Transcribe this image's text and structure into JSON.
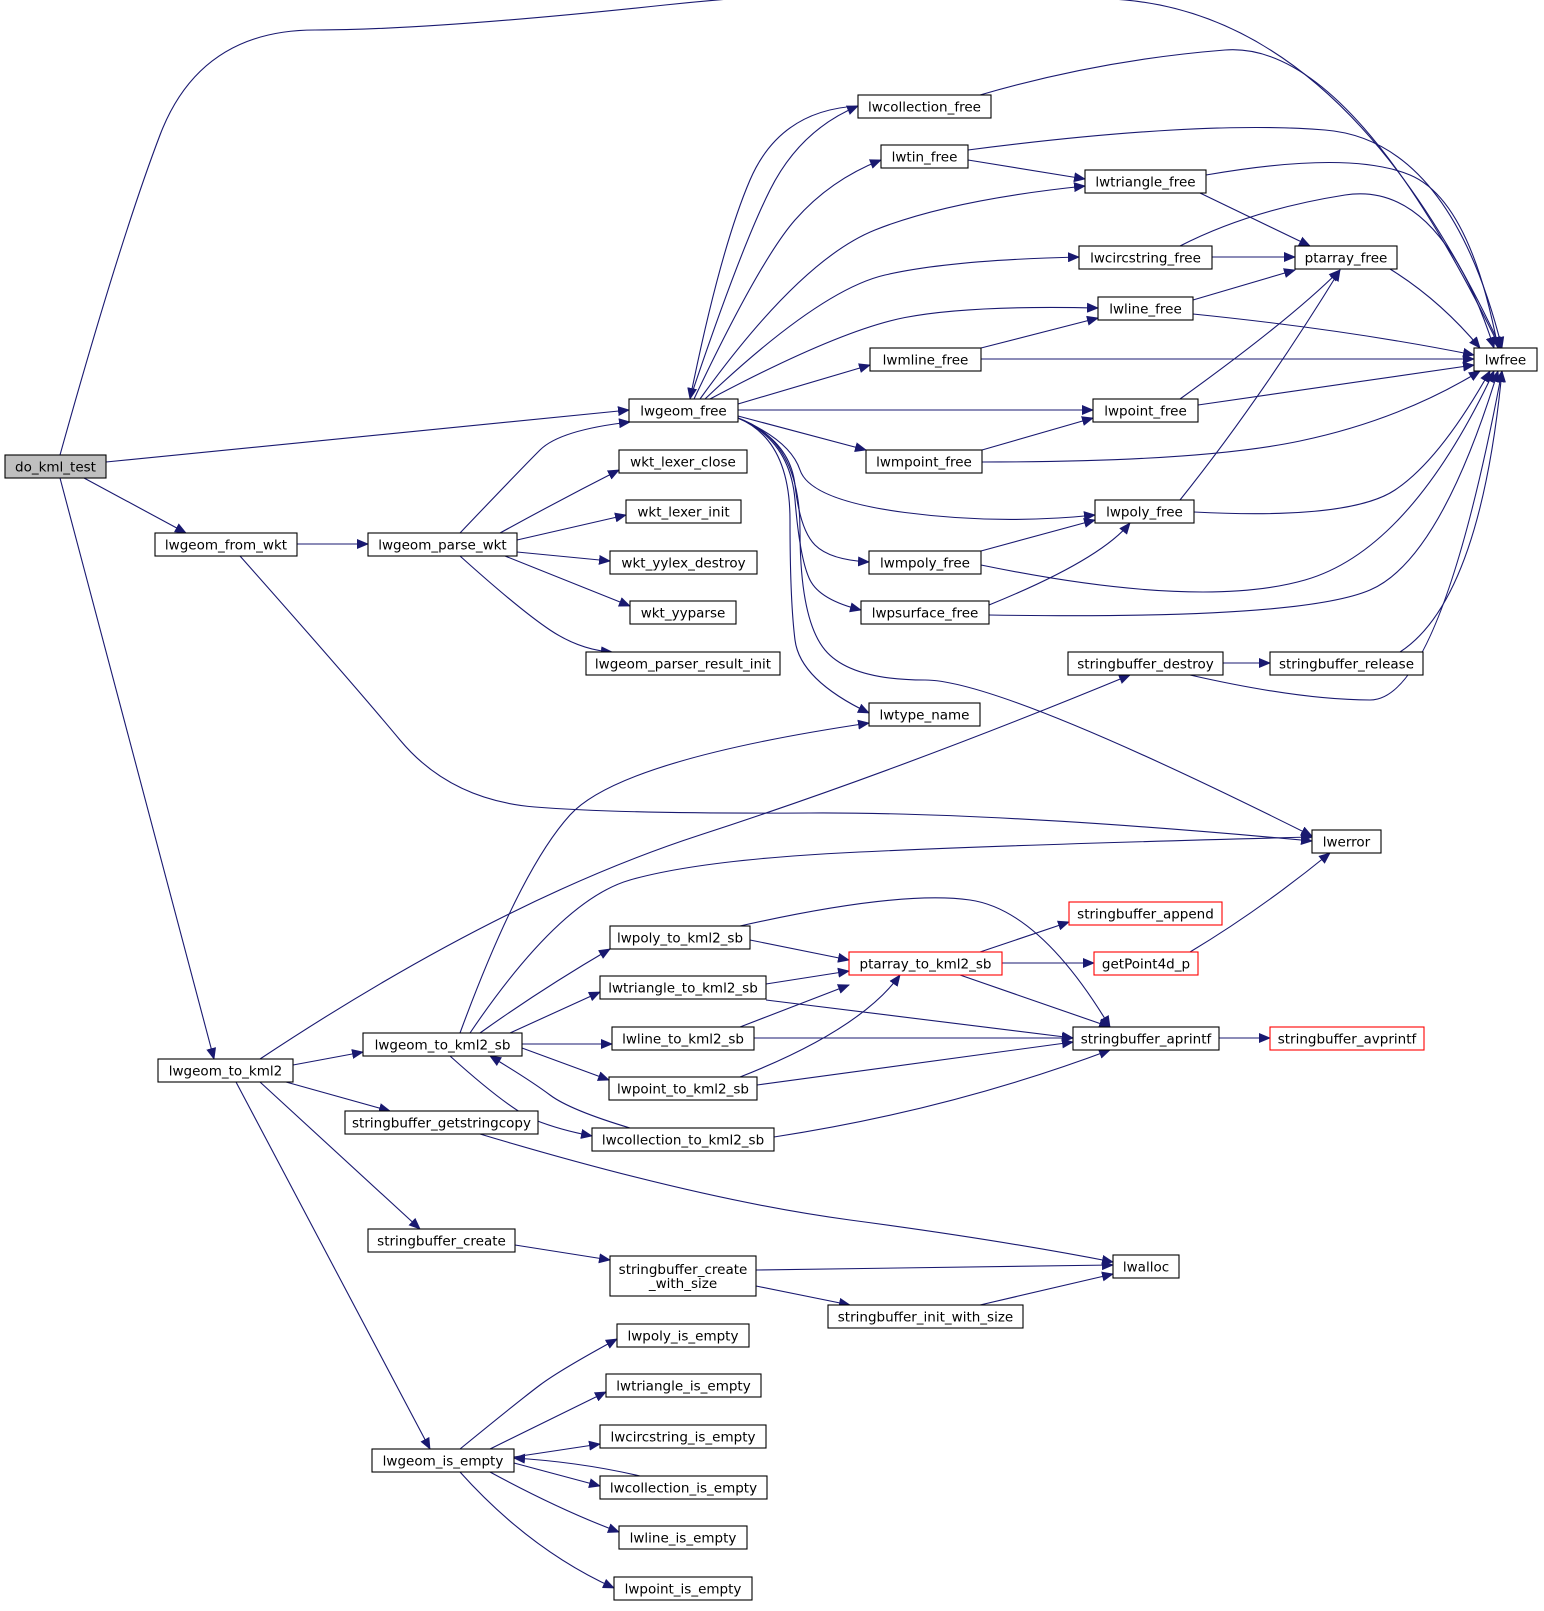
{
  "colors": {
    "edge": "#191970",
    "node_border": "#000000",
    "node_border_truncated": "#ff0000",
    "root_fill": "#bfbfbf",
    "node_fill": "#ffffff",
    "text": "#000000"
  },
  "graph": {
    "root": "do_kml_test",
    "nodes": [
      {
        "id": "do_kml_test",
        "label": "do_kml_test",
        "style": "root"
      },
      {
        "id": "lwgeom_from_wkt",
        "label": "lwgeom_from_wkt",
        "style": "normal"
      },
      {
        "id": "lwgeom_to_kml2",
        "label": "lwgeom_to_kml2",
        "style": "normal"
      },
      {
        "id": "lwgeom_parse_wkt",
        "label": "lwgeom_parse_wkt",
        "style": "normal"
      },
      {
        "id": "lwgeom_free",
        "label": "lwgeom_free",
        "style": "normal"
      },
      {
        "id": "wkt_lexer_close",
        "label": "wkt_lexer_close",
        "style": "normal"
      },
      {
        "id": "wkt_lexer_init",
        "label": "wkt_lexer_init",
        "style": "normal"
      },
      {
        "id": "wkt_yylex_destroy",
        "label": "wkt_yylex_destroy",
        "style": "normal"
      },
      {
        "id": "wkt_yyparse",
        "label": "wkt_yyparse",
        "style": "normal"
      },
      {
        "id": "lwgeom_parser_result_init",
        "label": "lwgeom_parser_result_init",
        "style": "normal"
      },
      {
        "id": "lwcollection_free",
        "label": "lwcollection_free",
        "style": "normal"
      },
      {
        "id": "lwtin_free",
        "label": "lwtin_free",
        "style": "normal"
      },
      {
        "id": "lwtriangle_free",
        "label": "lwtriangle_free",
        "style": "normal"
      },
      {
        "id": "lwcircstring_free",
        "label": "lwcircstring_free",
        "style": "normal"
      },
      {
        "id": "lwline_free",
        "label": "lwline_free",
        "style": "normal"
      },
      {
        "id": "lwmline_free",
        "label": "lwmline_free",
        "style": "normal"
      },
      {
        "id": "lwpoint_free",
        "label": "lwpoint_free",
        "style": "normal"
      },
      {
        "id": "lwmpoint_free",
        "label": "lwmpoint_free",
        "style": "normal"
      },
      {
        "id": "lwpoly_free",
        "label": "lwpoly_free",
        "style": "normal"
      },
      {
        "id": "lwmpoly_free",
        "label": "lwmpoly_free",
        "style": "normal"
      },
      {
        "id": "lwpsurface_free",
        "label": "lwpsurface_free",
        "style": "normal"
      },
      {
        "id": "lwtype_name",
        "label": "lwtype_name",
        "style": "normal"
      },
      {
        "id": "ptarray_free",
        "label": "ptarray_free",
        "style": "normal"
      },
      {
        "id": "lwfree",
        "label": "lwfree",
        "style": "normal"
      },
      {
        "id": "stringbuffer_destroy",
        "label": "stringbuffer_destroy",
        "style": "normal"
      },
      {
        "id": "stringbuffer_release",
        "label": "stringbuffer_release",
        "style": "normal"
      },
      {
        "id": "lwerror",
        "label": "lwerror",
        "style": "normal"
      },
      {
        "id": "lwgeom_to_kml2_sb",
        "label": "lwgeom_to_kml2_sb",
        "style": "normal"
      },
      {
        "id": "lwpoly_to_kml2_sb",
        "label": "lwpoly_to_kml2_sb",
        "style": "normal"
      },
      {
        "id": "lwtriangle_to_kml2_sb",
        "label": "lwtriangle_to_kml2_sb",
        "style": "normal"
      },
      {
        "id": "lwline_to_kml2_sb",
        "label": "lwline_to_kml2_sb",
        "style": "normal"
      },
      {
        "id": "lwpoint_to_kml2_sb",
        "label": "lwpoint_to_kml2_sb",
        "style": "normal"
      },
      {
        "id": "lwcollection_to_kml2_sb",
        "label": "lwcollection_to_kml2_sb",
        "style": "normal"
      },
      {
        "id": "ptarray_to_kml2_sb",
        "label": "ptarray_to_kml2_sb",
        "style": "truncated"
      },
      {
        "id": "stringbuffer_append",
        "label": "stringbuffer_append",
        "style": "truncated"
      },
      {
        "id": "getPoint4d_p",
        "label": "getPoint4d_p",
        "style": "truncated"
      },
      {
        "id": "stringbuffer_aprintf",
        "label": "stringbuffer_aprintf",
        "style": "normal"
      },
      {
        "id": "stringbuffer_avprintf",
        "label": "stringbuffer_avprintf",
        "style": "truncated"
      },
      {
        "id": "stringbuffer_getstringcopy",
        "label": "stringbuffer_getstringcopy",
        "style": "normal"
      },
      {
        "id": "stringbuffer_create",
        "label": "stringbuffer_create",
        "style": "normal"
      },
      {
        "id": "stringbuffer_create_with_size",
        "label": "stringbuffer_create\n_with_size",
        "style": "normal"
      },
      {
        "id": "stringbuffer_init_with_size",
        "label": "stringbuffer_init_with_size",
        "style": "normal"
      },
      {
        "id": "lwalloc",
        "label": "lwalloc",
        "style": "normal"
      },
      {
        "id": "lwgeom_is_empty",
        "label": "lwgeom_is_empty",
        "style": "normal"
      },
      {
        "id": "lwpoly_is_empty",
        "label": "lwpoly_is_empty",
        "style": "normal"
      },
      {
        "id": "lwtriangle_is_empty",
        "label": "lwtriangle_is_empty",
        "style": "normal"
      },
      {
        "id": "lwcircstring_is_empty",
        "label": "lwcircstring_is_empty",
        "style": "normal"
      },
      {
        "id": "lwcollection_is_empty",
        "label": "lwcollection_is_empty",
        "style": "normal"
      },
      {
        "id": "lwline_is_empty",
        "label": "lwline_is_empty",
        "style": "normal"
      },
      {
        "id": "lwpoint_is_empty",
        "label": "lwpoint_is_empty",
        "style": "normal"
      }
    ],
    "edges": [
      [
        "do_kml_test",
        "lwfree"
      ],
      [
        "do_kml_test",
        "lwgeom_free"
      ],
      [
        "do_kml_test",
        "lwgeom_from_wkt"
      ],
      [
        "do_kml_test",
        "lwgeom_to_kml2"
      ],
      [
        "lwgeom_from_wkt",
        "lwgeom_parse_wkt"
      ],
      [
        "lwgeom_from_wkt",
        "lwerror"
      ],
      [
        "lwgeom_parse_wkt",
        "lwgeom_free"
      ],
      [
        "lwgeom_parse_wkt",
        "wkt_lexer_close"
      ],
      [
        "lwgeom_parse_wkt",
        "wkt_lexer_init"
      ],
      [
        "lwgeom_parse_wkt",
        "wkt_yylex_destroy"
      ],
      [
        "lwgeom_parse_wkt",
        "wkt_yyparse"
      ],
      [
        "lwgeom_parse_wkt",
        "lwgeom_parser_result_init"
      ],
      [
        "lwgeom_free",
        "lwcollection_free"
      ],
      [
        "lwgeom_free",
        "lwtin_free"
      ],
      [
        "lwgeom_free",
        "lwtriangle_free"
      ],
      [
        "lwgeom_free",
        "lwcircstring_free"
      ],
      [
        "lwgeom_free",
        "lwline_free"
      ],
      [
        "lwgeom_free",
        "lwmline_free"
      ],
      [
        "lwgeom_free",
        "lwpoint_free"
      ],
      [
        "lwgeom_free",
        "lwmpoint_free"
      ],
      [
        "lwgeom_free",
        "lwpoly_free"
      ],
      [
        "lwgeom_free",
        "lwmpoly_free"
      ],
      [
        "lwgeom_free",
        "lwpsurface_free"
      ],
      [
        "lwgeom_free",
        "lwtype_name"
      ],
      [
        "lwgeom_free",
        "lwerror"
      ],
      [
        "lwcollection_free",
        "lwgeom_free"
      ],
      [
        "lwcollection_free",
        "lwfree"
      ],
      [
        "lwtin_free",
        "lwtriangle_free"
      ],
      [
        "lwtin_free",
        "lwfree"
      ],
      [
        "lwtriangle_free",
        "ptarray_free"
      ],
      [
        "lwtriangle_free",
        "lwfree"
      ],
      [
        "lwcircstring_free",
        "ptarray_free"
      ],
      [
        "lwcircstring_free",
        "lwfree"
      ],
      [
        "lwline_free",
        "ptarray_free"
      ],
      [
        "lwline_free",
        "lwfree"
      ],
      [
        "lwmline_free",
        "lwline_free"
      ],
      [
        "lwmline_free",
        "lwfree"
      ],
      [
        "lwpoint_free",
        "ptarray_free"
      ],
      [
        "lwpoint_free",
        "lwfree"
      ],
      [
        "lwmpoint_free",
        "lwpoint_free"
      ],
      [
        "lwmpoint_free",
        "lwfree"
      ],
      [
        "lwpoly_free",
        "ptarray_free"
      ],
      [
        "lwpoly_free",
        "lwfree"
      ],
      [
        "lwmpoly_free",
        "lwpoly_free"
      ],
      [
        "lwmpoly_free",
        "lwfree"
      ],
      [
        "lwpsurface_free",
        "lwpoly_free"
      ],
      [
        "lwpsurface_free",
        "lwfree"
      ],
      [
        "ptarray_free",
        "lwfree"
      ],
      [
        "stringbuffer_destroy",
        "stringbuffer_release"
      ],
      [
        "stringbuffer_destroy",
        "lwfree"
      ],
      [
        "stringbuffer_release",
        "lwfree"
      ],
      [
        "lwgeom_to_kml2",
        "stringbuffer_destroy"
      ],
      [
        "lwgeom_to_kml2",
        "lwgeom_to_kml2_sb"
      ],
      [
        "lwgeom_to_kml2",
        "stringbuffer_getstringcopy"
      ],
      [
        "lwgeom_to_kml2",
        "stringbuffer_create"
      ],
      [
        "lwgeom_to_kml2",
        "lwgeom_is_empty"
      ],
      [
        "lwgeom_to_kml2_sb",
        "lwtype_name"
      ],
      [
        "lwgeom_to_kml2_sb",
        "lwerror"
      ],
      [
        "lwgeom_to_kml2_sb",
        "lwpoly_to_kml2_sb"
      ],
      [
        "lwgeom_to_kml2_sb",
        "lwtriangle_to_kml2_sb"
      ],
      [
        "lwgeom_to_kml2_sb",
        "lwline_to_kml2_sb"
      ],
      [
        "lwgeom_to_kml2_sb",
        "lwpoint_to_kml2_sb"
      ],
      [
        "lwgeom_to_kml2_sb",
        "lwcollection_to_kml2_sb"
      ],
      [
        "lwcollection_to_kml2_sb",
        "lwgeom_to_kml2_sb"
      ],
      [
        "lwcollection_to_kml2_sb",
        "stringbuffer_aprintf"
      ],
      [
        "lwpoly_to_kml2_sb",
        "ptarray_to_kml2_sb"
      ],
      [
        "lwpoly_to_kml2_sb",
        "stringbuffer_aprintf"
      ],
      [
        "lwtriangle_to_kml2_sb",
        "ptarray_to_kml2_sb"
      ],
      [
        "lwtriangle_to_kml2_sb",
        "stringbuffer_aprintf"
      ],
      [
        "lwline_to_kml2_sb",
        "ptarray_to_kml2_sb"
      ],
      [
        "lwline_to_kml2_sb",
        "stringbuffer_aprintf"
      ],
      [
        "lwpoint_to_kml2_sb",
        "ptarray_to_kml2_sb"
      ],
      [
        "lwpoint_to_kml2_sb",
        "stringbuffer_aprintf"
      ],
      [
        "ptarray_to_kml2_sb",
        "stringbuffer_append"
      ],
      [
        "ptarray_to_kml2_sb",
        "getPoint4d_p"
      ],
      [
        "ptarray_to_kml2_sb",
        "stringbuffer_aprintf"
      ],
      [
        "getPoint4d_p",
        "lwerror"
      ],
      [
        "stringbuffer_aprintf",
        "stringbuffer_avprintf"
      ],
      [
        "stringbuffer_getstringcopy",
        "lwalloc"
      ],
      [
        "stringbuffer_create",
        "stringbuffer_create_with_size"
      ],
      [
        "stringbuffer_create_with_size",
        "lwalloc"
      ],
      [
        "stringbuffer_create_with_size",
        "stringbuffer_init_with_size"
      ],
      [
        "stringbuffer_init_with_size",
        "lwalloc"
      ],
      [
        "lwgeom_is_empty",
        "lwpoly_is_empty"
      ],
      [
        "lwgeom_is_empty",
        "lwtriangle_is_empty"
      ],
      [
        "lwgeom_is_empty",
        "lwcircstring_is_empty"
      ],
      [
        "lwgeom_is_empty",
        "lwcollection_is_empty"
      ],
      [
        "lwgeom_is_empty",
        "lwline_is_empty"
      ],
      [
        "lwgeom_is_empty",
        "lwpoint_is_empty"
      ],
      [
        "lwcollection_is_empty",
        "lwgeom_is_empty"
      ]
    ]
  }
}
